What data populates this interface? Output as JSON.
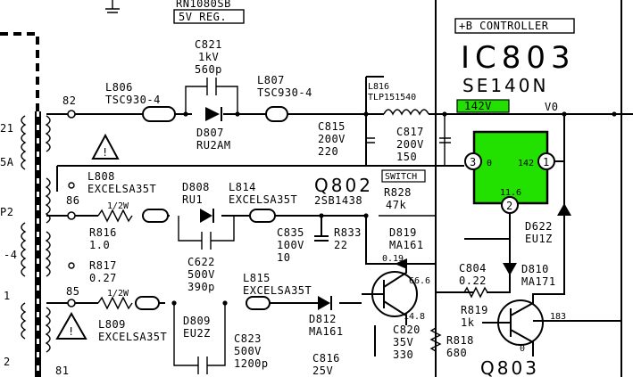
{
  "header": {
    "top_title": "RN1080SB",
    "reg_tag": "5V REG."
  },
  "controller": {
    "title": "+B CONTROLLER",
    "ic_ref": "IC803",
    "ic_part": "SE140N",
    "v142": "142V",
    "vo": "V0",
    "pin1": "1",
    "pin2": "2",
    "pin3": "3",
    "pin_v1": "142",
    "pin_v3_label": "0",
    "pin_v2": "11.6"
  },
  "components": {
    "c821": [
      "C821",
      "1kV",
      "560p"
    ],
    "l806": [
      "L806",
      "TSC930-4"
    ],
    "l807": [
      "L807",
      "TSC930-4"
    ],
    "l816": [
      "L816",
      "TLP151540"
    ],
    "d807": [
      "D807",
      "RU2AM"
    ],
    "c815": [
      "C815",
      "200V",
      "220"
    ],
    "c817": [
      "C817",
      "200V",
      "150"
    ],
    "switch_tag": "SWITCH",
    "l808": [
      "L808",
      "EXCELSA35T"
    ],
    "d808": [
      "D808",
      "RU1"
    ],
    "l814": [
      "L814",
      "EXCELSA35T"
    ],
    "q802": [
      "Q802",
      "2SB1438"
    ],
    "r828": [
      "R828",
      "47k"
    ],
    "d622": [
      "D622",
      "EU1Z"
    ],
    "r816": [
      "R816",
      "1.0"
    ],
    "half_w": "1/2W",
    "c835": [
      "C835",
      "100V",
      "10"
    ],
    "r833": [
      "R833",
      "22"
    ],
    "d819": [
      "D819",
      "MA161"
    ],
    "r817": [
      "R817",
      "0.27"
    ],
    "c622": [
      "C622",
      "500V",
      "390p"
    ],
    "l815": [
      "L815",
      "EXCELSA35T"
    ],
    "c804": [
      "C804",
      "0.22"
    ],
    "d810": [
      "D810",
      "MA171"
    ],
    "l809": [
      "L809",
      "EXCELSA35T"
    ],
    "d809": [
      "D809",
      "EU2Z"
    ],
    "c823": [
      "C823",
      "500V",
      "1200p"
    ],
    "d812": [
      "D812",
      "MA161"
    ],
    "c820": [
      "C820",
      "35V",
      "330"
    ],
    "r818": [
      "R818",
      "680"
    ],
    "r819": [
      "R819",
      "1k"
    ],
    "c816": [
      "C816",
      "25V"
    ],
    "q803": "Q803",
    "v_0_19": "0.19",
    "v_66_6": "66.6",
    "v_14_8": "14.8",
    "v_183": "183",
    "v_0": "0"
  },
  "nodes": {
    "n82": "82",
    "n86": "86",
    "n85": "85",
    "n81": "81"
  },
  "left_edge": {
    "l1": "21",
    "l2": "5A",
    "l3": "P2",
    "l4": "-4",
    "l5": "1",
    "l6": "2"
  }
}
